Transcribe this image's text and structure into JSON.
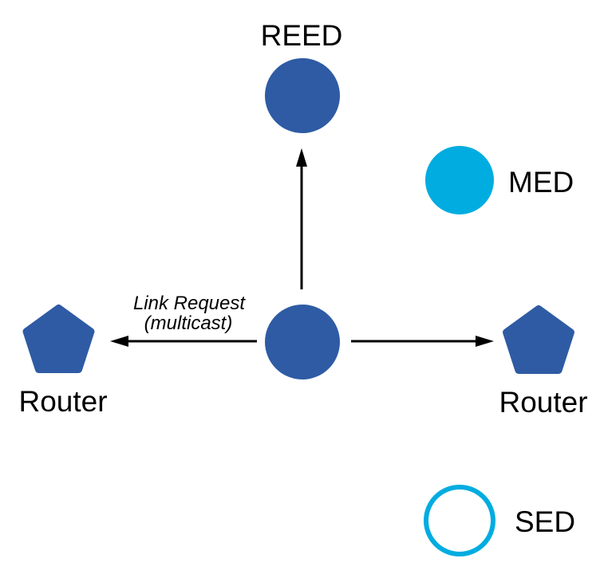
{
  "diagram": {
    "background": "#ffffff",
    "colors": {
      "router_node": "#2E5BA4",
      "end_device": "#00ACE0",
      "arrow": "#000000",
      "text": "#000000"
    },
    "nodes": {
      "reed": {
        "label": "REED",
        "shape": "filled-circle"
      },
      "center": {
        "label": "",
        "shape": "filled-circle"
      },
      "med": {
        "label": "MED",
        "shape": "filled-circle"
      },
      "sed": {
        "label": "SED",
        "shape": "outlined-circle"
      },
      "router_left": {
        "label": "Router",
        "shape": "pentagon"
      },
      "router_right": {
        "label": "Router",
        "shape": "pentagon"
      }
    },
    "annotation": {
      "line1": "Link Request",
      "line2": "(multicast)"
    },
    "arrows": [
      {
        "from": "center",
        "to": "reed",
        "direction": "up"
      },
      {
        "from": "center",
        "to": "router_left",
        "direction": "left"
      },
      {
        "from": "center",
        "to": "router_right",
        "direction": "right"
      }
    ]
  }
}
